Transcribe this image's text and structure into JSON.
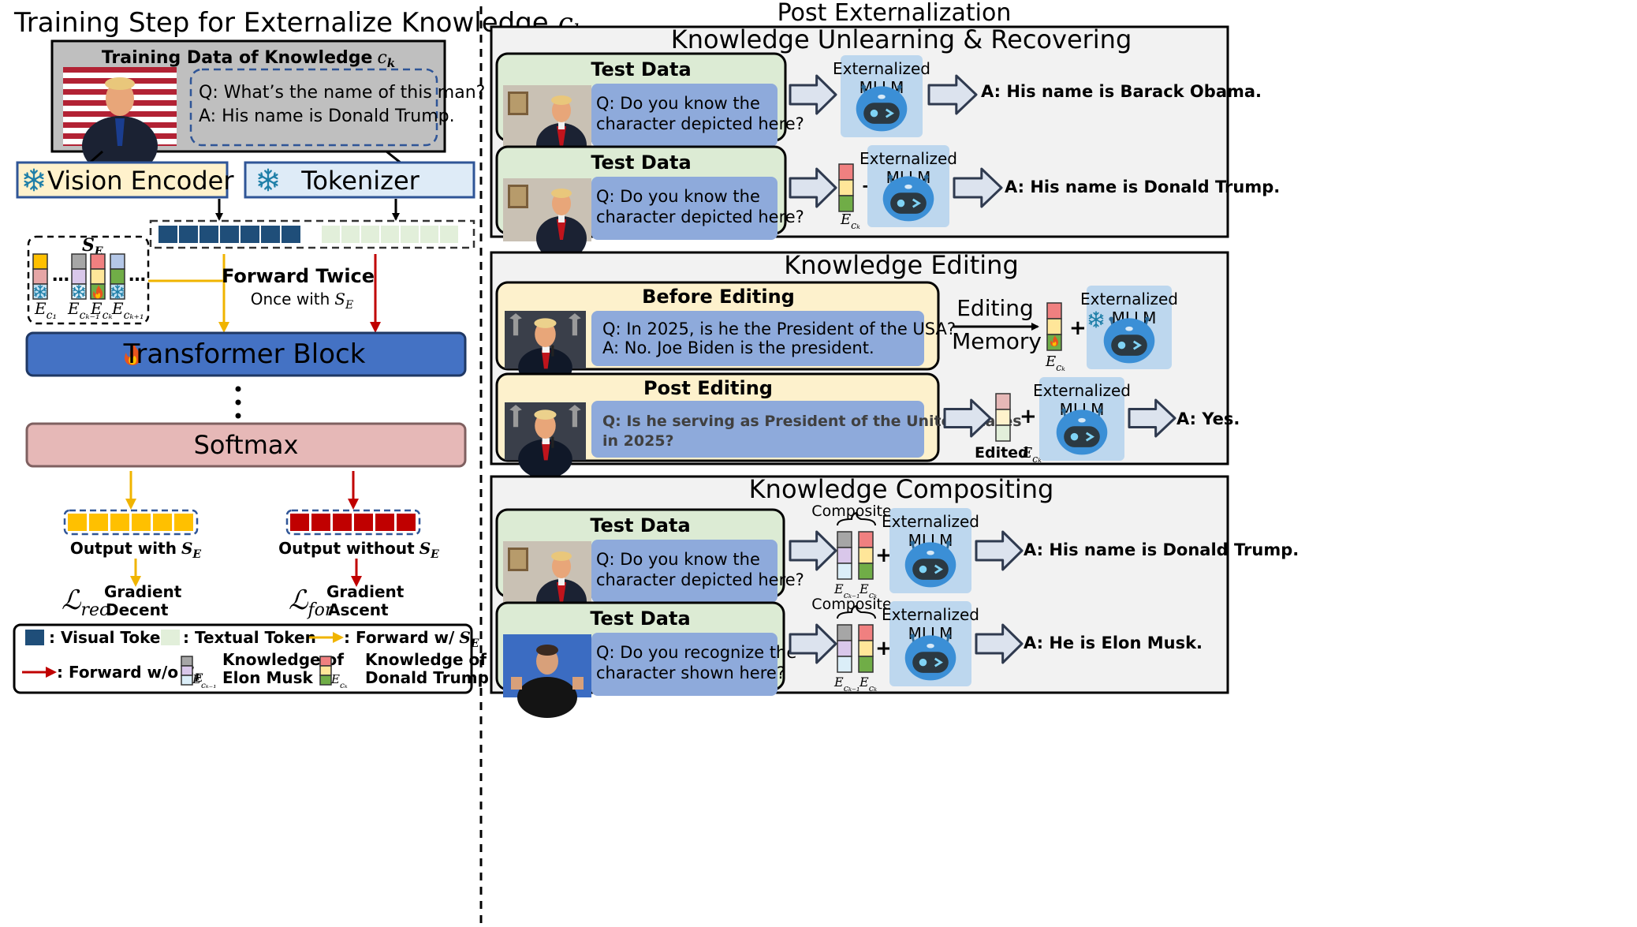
{
  "left": {
    "title": "Training Step for Externalize Knowledge",
    "title_sym": "c",
    "title_sub": "k",
    "training_data_title": "Training Data of Knowledge",
    "q": "Q: What’s the name of this man?",
    "a": "A: His name is Donald Trump.",
    "vision_encoder": "Vision Encoder",
    "tokenizer": "Tokenizer",
    "se_label": "S",
    "se_sub": "E",
    "forward_twice": "Forward Twice",
    "once_with": "Once with",
    "transformer_block": "Transformer Block",
    "vdots": "⋮",
    "softmax": "Softmax",
    "output_with": "Output with",
    "output_without": "Output without",
    "l_rec": "ℒ",
    "rec": "rec",
    "for": "for",
    "gradient": "Gradient",
    "decent": "Decent",
    "ascent": "Ascent",
    "ellipsis": "…",
    "e_labels": [
      "E",
      "c₁",
      "cₖ₋₁",
      "cₖ",
      "cₖ₊₁"
    ]
  },
  "legend": {
    "visual_token": ": Visual Token",
    "textual_token": ": Textual Token",
    "forward_w": ": Forward w/",
    "forward_wo": ": Forward w/o",
    "knowledge_of": "Knowledge of",
    "elon": "Elon Musk",
    "trump": "Donald Trump"
  },
  "right": {
    "post_title": "Post Externalization",
    "sec1_title": "Knowledge Unlearning & Recovering",
    "sec2_title": "Knowledge Editing",
    "sec3_title": "Knowledge Compositing",
    "test_data": "Test Data",
    "q_know_1": "Q: Do you know the",
    "q_know_2": "character depicted here?",
    "externalized": "Externalized",
    "mllm": "MLLM",
    "ans_obama": "A: His name is Barack Obama.",
    "ans_trump": "A: His name is Donald Trump.",
    "before_editing": "Before Editing",
    "q_2025_1": "Q: In 2025, is he the President of the USA?",
    "q_2025_2": "A: No. Joe Biden is the president.",
    "editing": "Editing",
    "memory": "Memory",
    "post_editing": "Post Editing",
    "q_serving_1": "Q: Is he serving as President of the United States",
    "q_serving_2": "in 2025?",
    "ans_yes": "A: Yes.",
    "edited": "Edited",
    "composite": "Composite",
    "q_recog_1": "Q: Do you recognize the",
    "q_recog_2": "character shown here?",
    "ans_elon": "A: He is Elon Musk.",
    "plus": "+"
  },
  "colors": {
    "green_box": "#dcebd4",
    "yellow_box": "#fdf1cc",
    "blue_qa": "#8eaadb",
    "panel": "#f2f2f2",
    "transformer": "#4472c4",
    "softmax": "#e6b8b7",
    "vision": "#fff2cc",
    "tokenizer": "#deebf7",
    "visual_token": "#1f4e79",
    "textual_token": "#e2efda",
    "yellow_out": "#ffc000",
    "red_out": "#c00000",
    "arrow_yellow": "#f0b400",
    "arrow_red": "#c00000",
    "mllm_box": "#bdd7ee"
  }
}
